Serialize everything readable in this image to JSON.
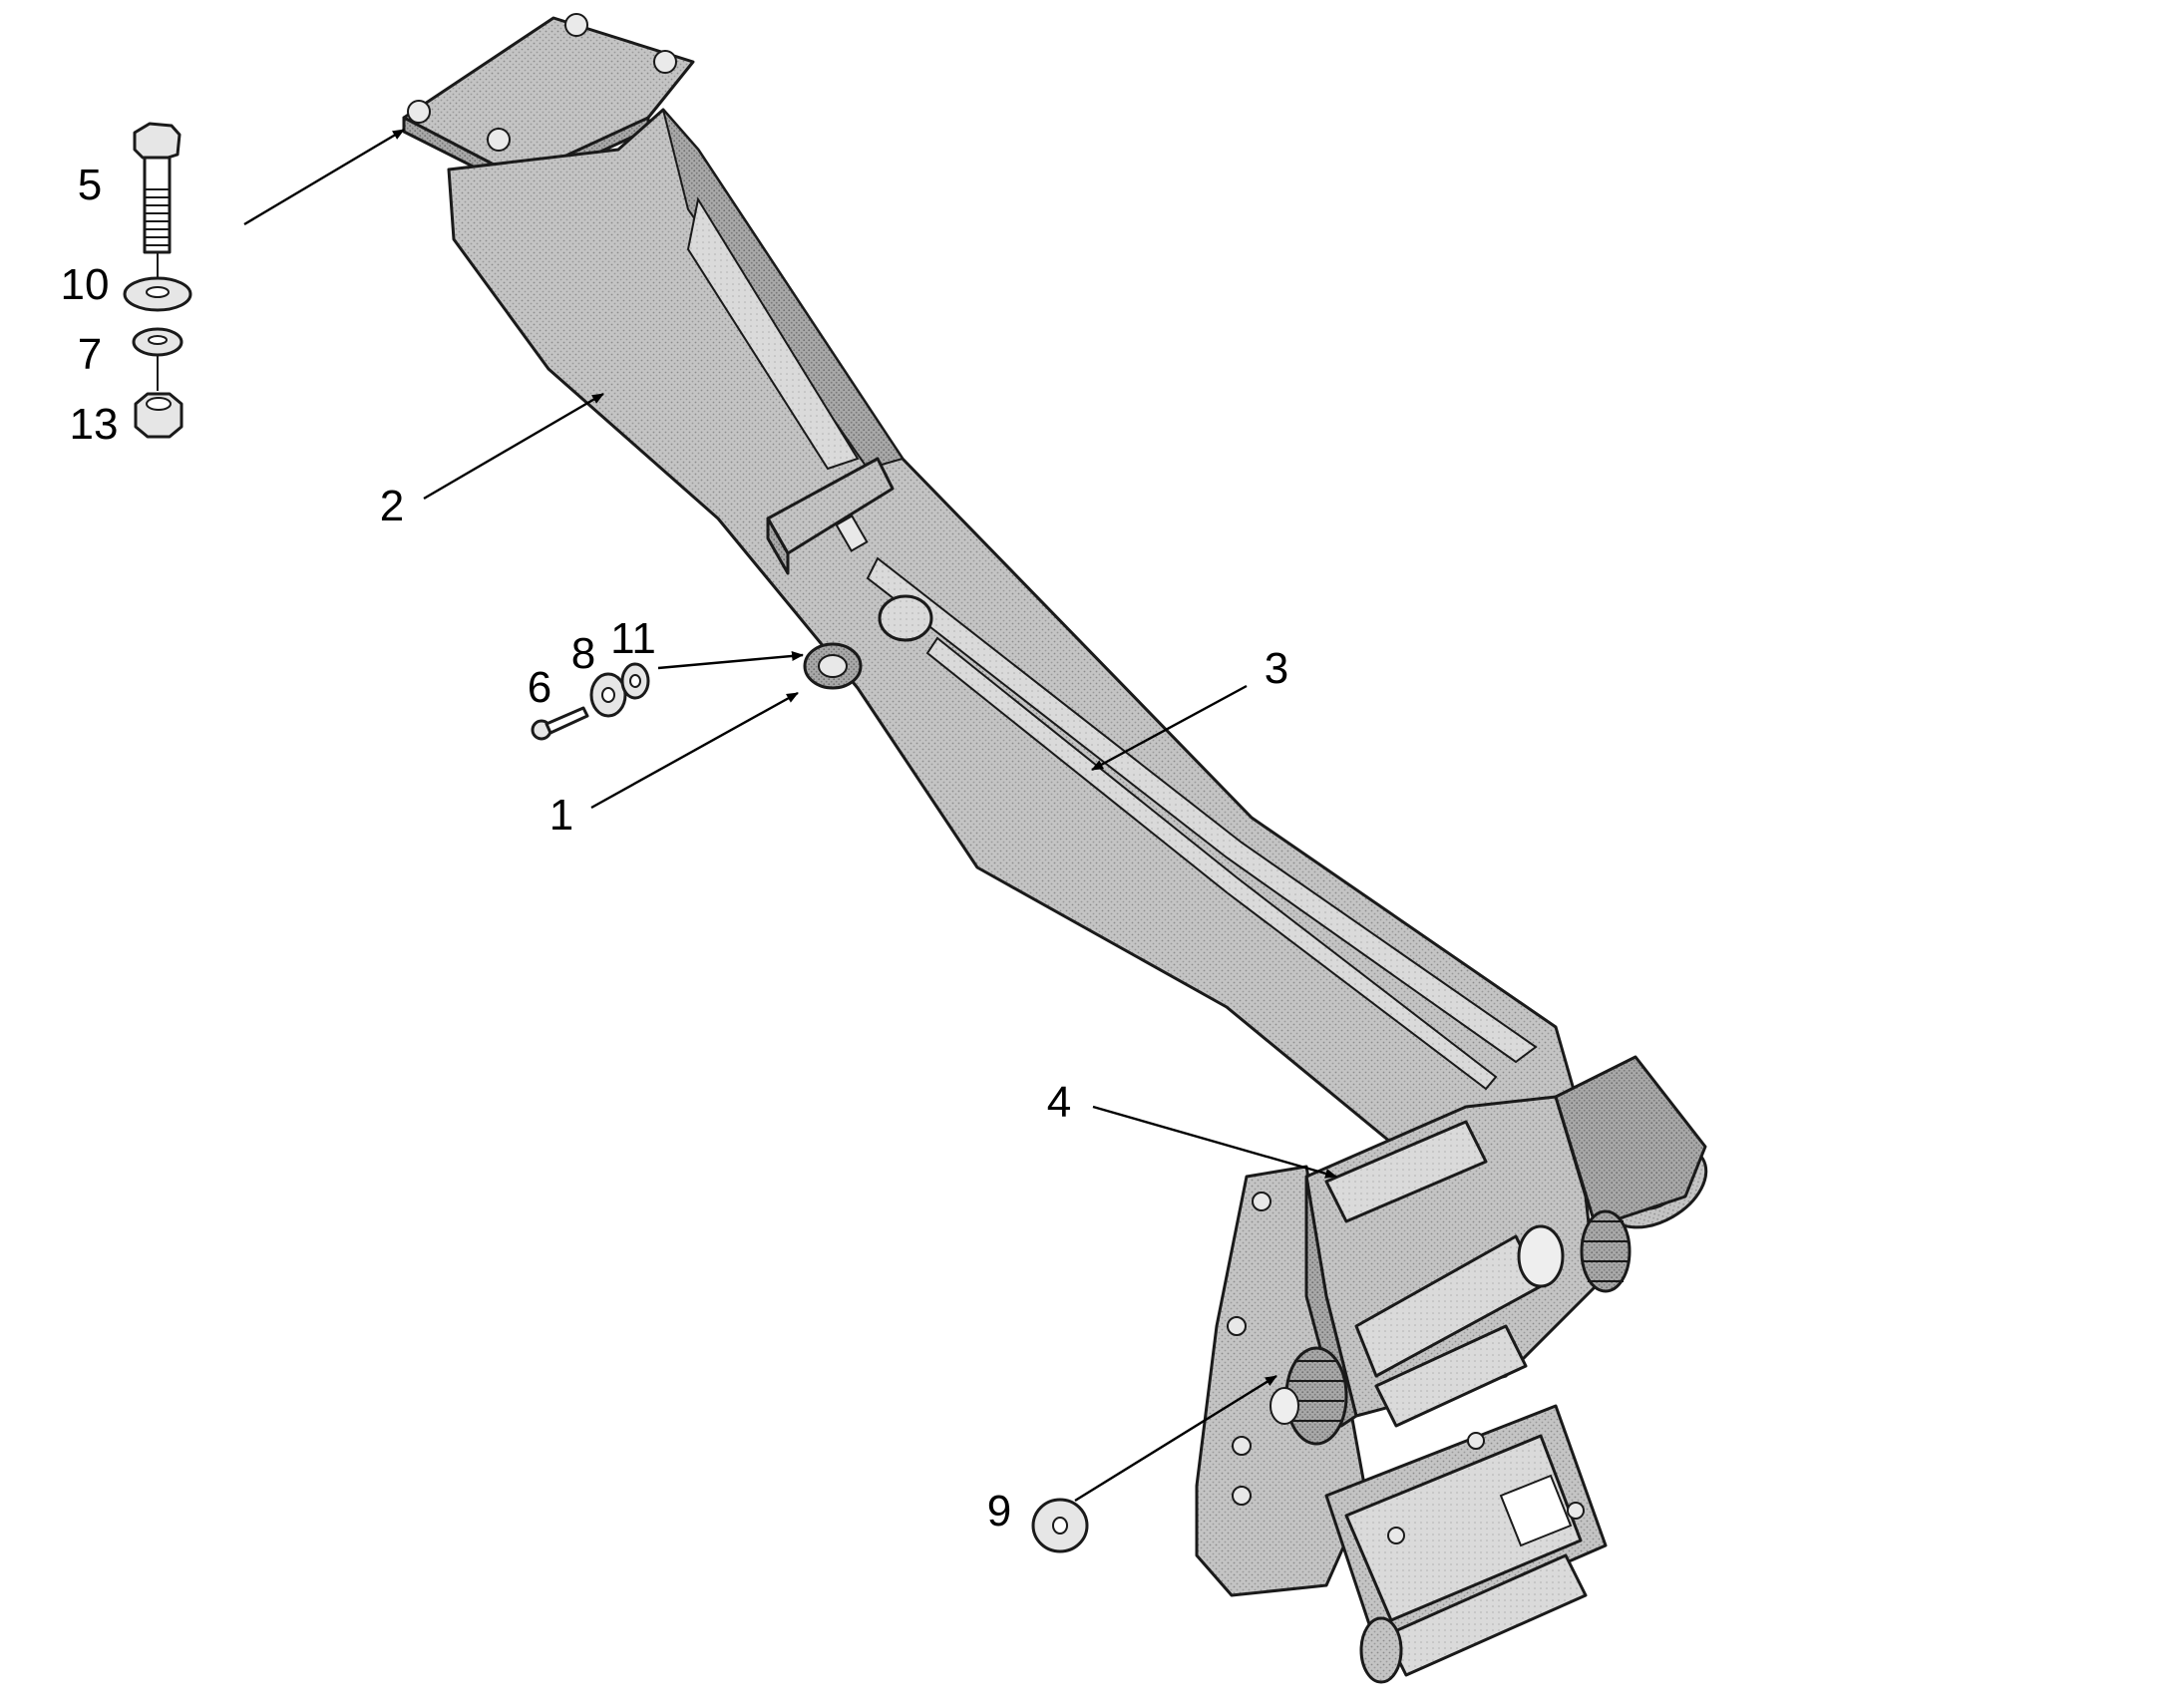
{
  "callouts": [
    {
      "id": "1",
      "label": "1"
    },
    {
      "id": "2",
      "label": "2"
    },
    {
      "id": "3",
      "label": "3"
    },
    {
      "id": "4",
      "label": "4"
    },
    {
      "id": "5",
      "label": "5"
    },
    {
      "id": "6",
      "label": "6"
    },
    {
      "id": "7",
      "label": "7"
    },
    {
      "id": "8",
      "label": "8"
    },
    {
      "id": "9",
      "label": "9"
    },
    {
      "id": "10",
      "label": "10"
    },
    {
      "id": "11",
      "label": "11"
    },
    {
      "id": "13",
      "label": "13"
    }
  ],
  "colors": {
    "line": "#000000",
    "part_fill": "#bdbdbd",
    "part_shadow": "#8f8f8f",
    "part_light": "#dcdcdc"
  }
}
